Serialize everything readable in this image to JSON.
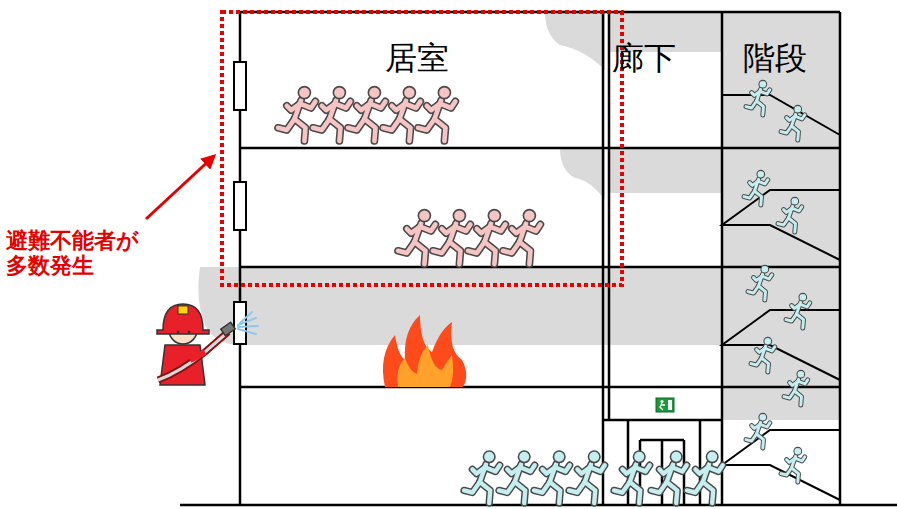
{
  "diagram": {
    "labels": [
      "居室",
      "廊下",
      "階段",
      "避難不能者が 多数発生"
    ]
  }
}
